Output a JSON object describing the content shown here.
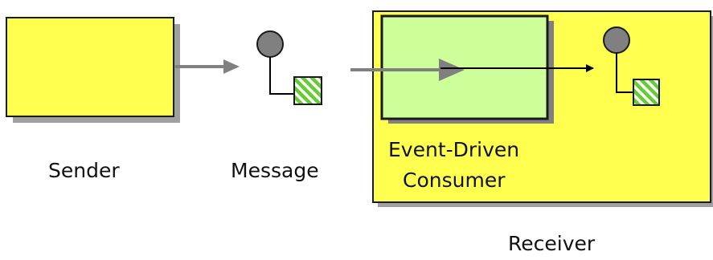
{
  "nodes": {
    "sender": {
      "label": "Sender"
    },
    "message": {
      "label": "Message"
    },
    "event_driven_consumer": {
      "label_line1": "Event-Driven",
      "label_line2": "Consumer"
    },
    "receiver": {
      "label": "Receiver"
    }
  },
  "colors": {
    "sender_fill": "#ffff50",
    "receiver_fill": "#ffff50",
    "consumer_fill": "#ccff99",
    "arrow_gray": "#808080",
    "arrow_black": "#000000",
    "message_circle": "#808080",
    "message_square_fill": "#66cc33",
    "shadow": "#a0a0a0"
  }
}
